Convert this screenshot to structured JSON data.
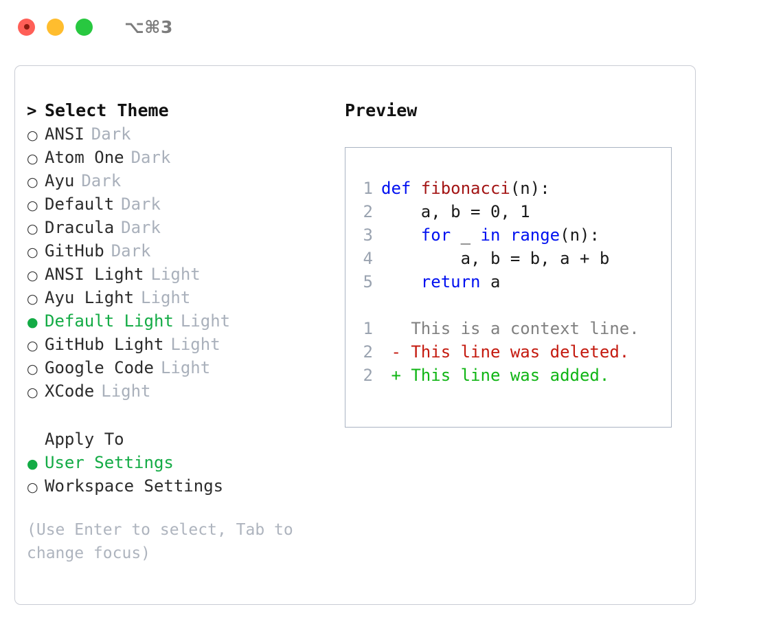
{
  "titlebar": {
    "shortcut": "⌥⌘3",
    "lights": [
      {
        "name": "close",
        "color": "#ff5f57"
      },
      {
        "name": "minimize",
        "color": "#ffbd2e"
      },
      {
        "name": "maximize",
        "color": "#28c840"
      }
    ]
  },
  "theme_picker": {
    "prompt_marker": ">",
    "header": "Select Theme",
    "marker_unselected": "○",
    "marker_selected": "●",
    "items": [
      {
        "name": "ANSI",
        "category": "Dark",
        "selected": false
      },
      {
        "name": "Atom One",
        "category": "Dark",
        "selected": false
      },
      {
        "name": "Ayu",
        "category": "Dark",
        "selected": false
      },
      {
        "name": "Default",
        "category": "Dark",
        "selected": false
      },
      {
        "name": "Dracula",
        "category": "Dark",
        "selected": false
      },
      {
        "name": "GitHub",
        "category": "Dark",
        "selected": false
      },
      {
        "name": "ANSI Light",
        "category": "Light",
        "selected": false
      },
      {
        "name": "Ayu Light",
        "category": "Light",
        "selected": false
      },
      {
        "name": "Default Light",
        "category": "Light",
        "selected": true
      },
      {
        "name": "GitHub Light",
        "category": "Light",
        "selected": false
      },
      {
        "name": "Google Code",
        "category": "Light",
        "selected": false
      },
      {
        "name": "XCode",
        "category": "Light",
        "selected": false
      }
    ]
  },
  "apply_to": {
    "title": "Apply To",
    "options": [
      {
        "label": "User Settings",
        "selected": true
      },
      {
        "label": "Workspace Settings",
        "selected": false
      }
    ]
  },
  "hint": "(Use Enter to select, Tab to change focus)",
  "preview": {
    "title": "Preview",
    "code_lines": [
      {
        "lineno": "1",
        "tokens": [
          {
            "text": "def ",
            "kind": "kw"
          },
          {
            "text": "fibonacci",
            "kind": "fn"
          },
          {
            "text": "(n):",
            "kind": "plain"
          }
        ]
      },
      {
        "lineno": "2",
        "tokens": [
          {
            "text": "    a, b = 0, 1",
            "kind": "plain"
          }
        ]
      },
      {
        "lineno": "3",
        "tokens": [
          {
            "text": "    ",
            "kind": "plain"
          },
          {
            "text": "for",
            "kind": "kw"
          },
          {
            "text": " _ ",
            "kind": "plain"
          },
          {
            "text": "in",
            "kind": "kw"
          },
          {
            "text": " ",
            "kind": "plain"
          },
          {
            "text": "range",
            "kind": "kw"
          },
          {
            "text": "(n):",
            "kind": "plain"
          }
        ]
      },
      {
        "lineno": "4",
        "tokens": [
          {
            "text": "        a, b = b, a + b",
            "kind": "plain"
          }
        ]
      },
      {
        "lineno": "5",
        "tokens": [
          {
            "text": "    ",
            "kind": "plain"
          },
          {
            "text": "return",
            "kind": "kw"
          },
          {
            "text": " a",
            "kind": "plain"
          }
        ]
      }
    ],
    "diff_lines": [
      {
        "lineno": "1",
        "tokens": [
          {
            "text": "   This is a context line.",
            "kind": "ctx"
          }
        ]
      },
      {
        "lineno": "2",
        "tokens": [
          {
            "text": " - This line was deleted.",
            "kind": "del"
          }
        ]
      },
      {
        "lineno": "2",
        "tokens": [
          {
            "text": " + This line was added.",
            "kind": "add"
          }
        ]
      }
    ]
  },
  "colors": {
    "accent_green": "#13ab45",
    "muted_gray": "#a9b0bb",
    "keyword_blue": "#0010f0",
    "function_red": "#a31515",
    "diff_delete": "#c41a0f",
    "diff_add": "#10b515",
    "panel_border": "#c9ccd4",
    "preview_border": "#aab3c2"
  }
}
